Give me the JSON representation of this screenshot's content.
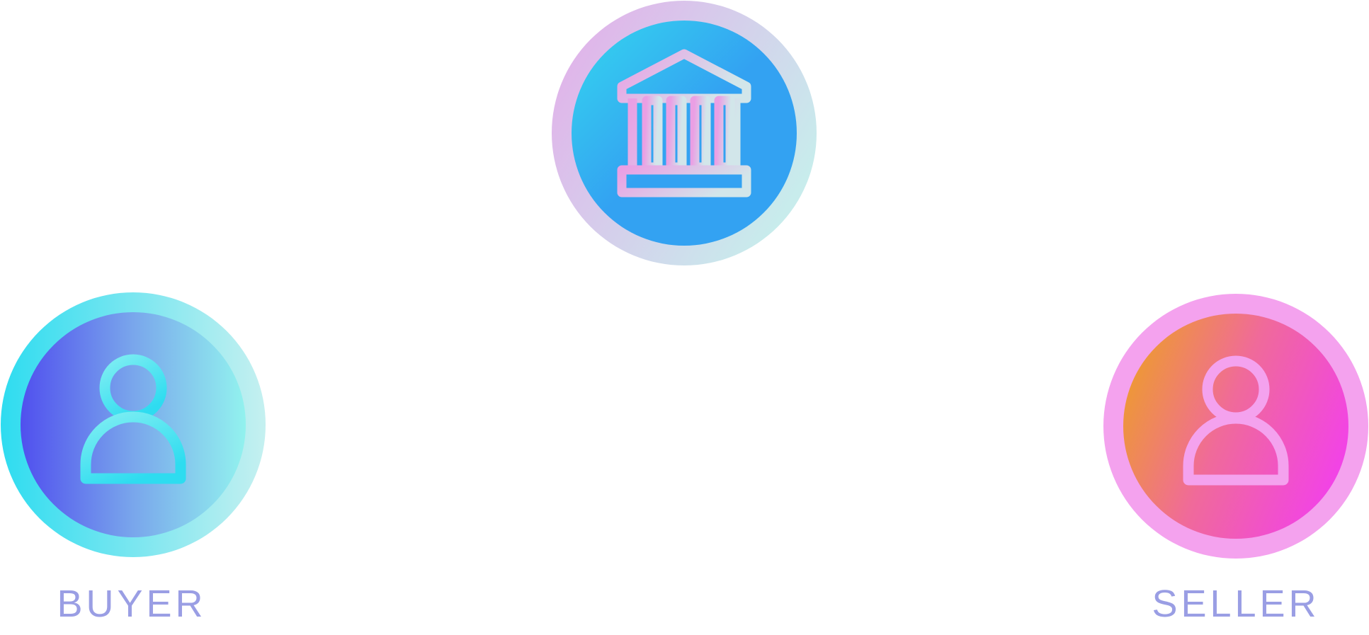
{
  "diagram": {
    "nodes": [
      {
        "id": "bank",
        "icon": "bank-icon",
        "label": "",
        "colors": {
          "ring": [
            "#e4acea",
            "#c8ecec"
          ],
          "fill": [
            "#35d7ee",
            "#33a2f2",
            "#33a2f2"
          ],
          "stroke": [
            "#ea9fe4",
            "#d2e6ea"
          ]
        }
      },
      {
        "id": "buyer",
        "icon": "user-icon",
        "label": "BUYER",
        "colors": {
          "ring": [
            "#2edcf0",
            "#c5f0f0"
          ],
          "fill": [
            "#5050ee",
            "#79a6ec",
            "#92f2ee"
          ],
          "stroke": [
            "#80eef2",
            "#2edcf0"
          ],
          "text": "#9a9ee4"
        }
      },
      {
        "id": "seller",
        "icon": "user-icon",
        "label": "SELLER",
        "colors": {
          "ring": [
            "#f4a2ee",
            "#f4a2ee"
          ],
          "fill": [
            "#ee9a32",
            "#f06a9a",
            "#f240ec"
          ],
          "stroke": [
            "#f4a2ee",
            "#f4a2ee"
          ],
          "text": "#9a9ee4"
        }
      }
    ]
  }
}
